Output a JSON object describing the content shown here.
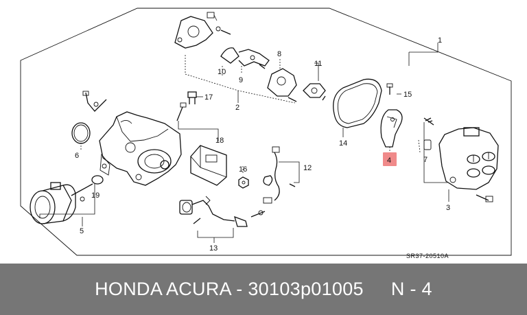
{
  "diagram": {
    "callouts": {
      "n1": "1",
      "n2": "2",
      "n3": "3",
      "n4": "4",
      "n5": "5",
      "n6": "6",
      "n7": "7",
      "n8": "8",
      "n9": "9",
      "n10": "10",
      "n11": "11",
      "n12": "12",
      "n13": "13",
      "n14": "14",
      "n15": "15",
      "n16": "16",
      "n17": "17",
      "n18": "18",
      "n19": "19"
    },
    "highlighted_callout": "4",
    "highlight_color": "#f08a8a",
    "drawing_code": "SR37-20510A"
  },
  "footer": {
    "title": "HONDA ACURA - 30103p01005",
    "position": "N - 4",
    "background_color": "#767676",
    "text_color": "#ffffff"
  }
}
